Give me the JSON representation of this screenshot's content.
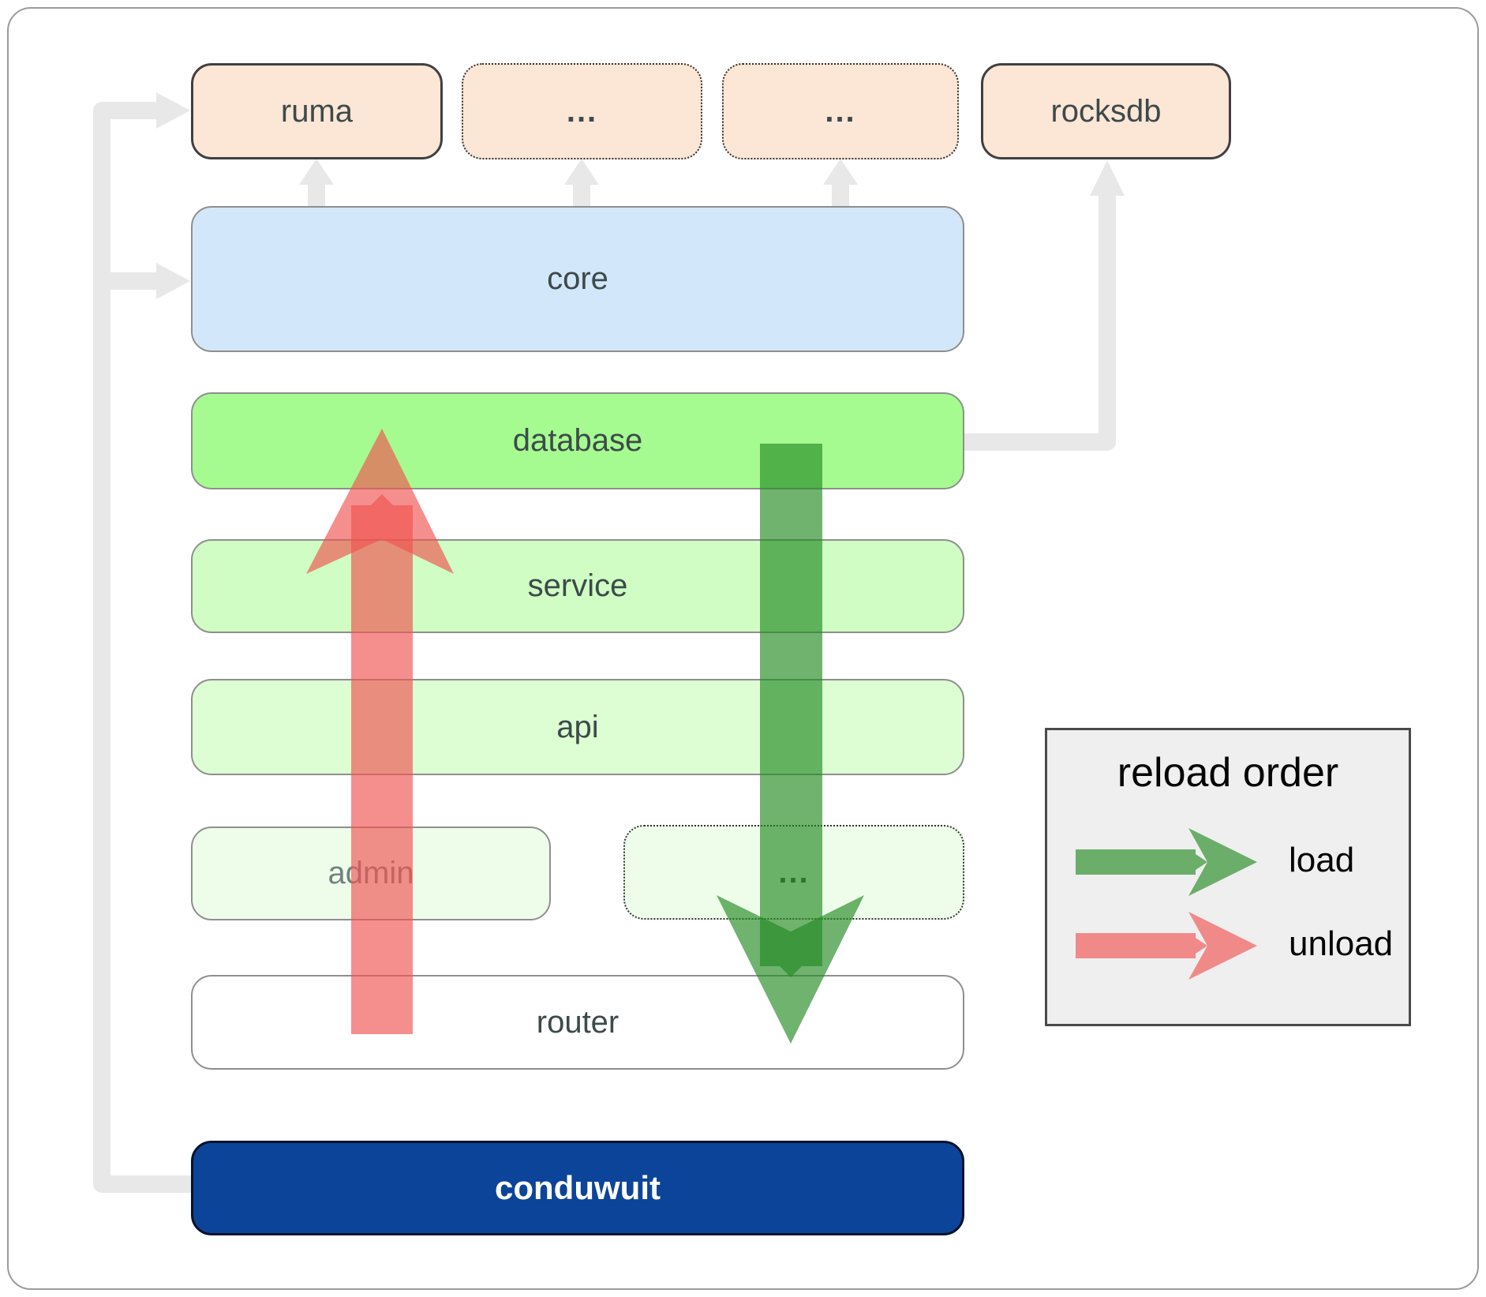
{
  "diagram": {
    "description": "conduwuit module architecture with reload order",
    "nodes": {
      "ruma": {
        "label": "ruma"
      },
      "dots_a": {
        "label": "..."
      },
      "dots_b": {
        "label": "..."
      },
      "rocksdb": {
        "label": "rocksdb"
      },
      "core": {
        "label": "core"
      },
      "database": {
        "label": "database"
      },
      "service": {
        "label": "service"
      },
      "api": {
        "label": "api"
      },
      "admin": {
        "label": "admin"
      },
      "dots_c": {
        "label": "..."
      },
      "router": {
        "label": "router"
      },
      "conduwuit": {
        "label": "conduwuit"
      }
    },
    "legend": {
      "title": "reload order",
      "items": [
        {
          "label": "load",
          "color": "#228b22"
        },
        {
          "label": "unload",
          "color": "#ef5350"
        }
      ]
    },
    "colors": {
      "peach_fill": "#fce6d6",
      "core_fill": "#d2e7fa",
      "database_fill": "#a5fb90",
      "service_fill": "#cffdc3",
      "api_fill": "#ddfdd3",
      "admin_fill": "#eefdea",
      "router_fill": "#ffffff",
      "conduwuit_fill": "#0c4499",
      "conduwuit_text": "#ffffff",
      "label_text": "#3d4a4a",
      "connector_gray": "#e8e8e8",
      "load_arrow": "#228b22",
      "unload_arrow": "#ef5350",
      "legend_bg": "#efefef"
    }
  }
}
